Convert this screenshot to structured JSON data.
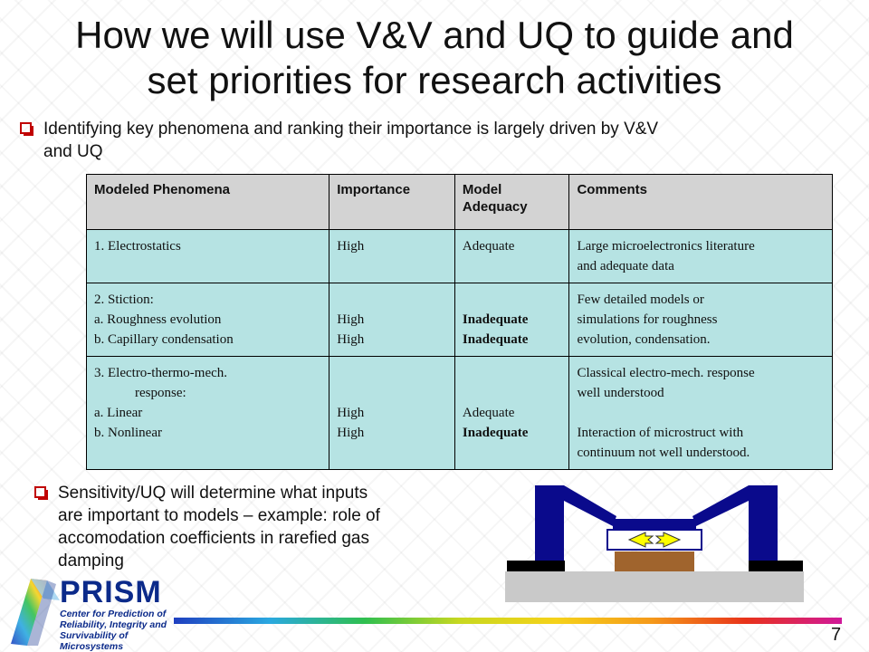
{
  "slide": {
    "title_line1": "How we will use V&V and UQ to guide and",
    "title_line2": "set priorities for research activities",
    "bullet1_line1": "Identifying key phenomena and ranking their importance is largely driven by V&V",
    "bullet1_line2": "and UQ",
    "bullet2_line1": "Sensitivity/UQ will determine what inputs",
    "bullet2_line2": "are important to models – example: role of",
    "bullet2_line3": "accomodation coefficients in rarefied gas",
    "bullet2_line4": "damping",
    "page_number": "7"
  },
  "table": {
    "headers": [
      "Modeled Phenomena",
      "Importance",
      "Model Adequacy",
      "Comments"
    ],
    "rows": [
      {
        "phenomena": [
          "1. Electrostatics"
        ],
        "importance": [
          "High"
        ],
        "adequacy": [
          "Adequate"
        ],
        "comments": [
          "Large microelectronics literature",
          "and adequate data"
        ]
      },
      {
        "phenomena": [
          "2. Stiction:",
          "a. Roughness evolution",
          "b. Capillary condensation"
        ],
        "importance": [
          "High",
          "High"
        ],
        "adequacy": [
          "Inadequate",
          "Inadequate"
        ],
        "comments": [
          "Few detailed models or",
          "simulations for roughness",
          "evolution, condensation."
        ]
      },
      {
        "phenomena": [
          "3. Electro-thermo-mech.",
          "response:",
          "a. Linear",
          "b. Nonlinear"
        ],
        "importance": [
          "High",
          "High"
        ],
        "adequacy": [
          "Adequate",
          "Inadequate"
        ],
        "comments": [
          "Classical electro-mech. response",
          "well understood",
          "Interaction of microstruct with",
          "continuum not well understood."
        ]
      }
    ]
  },
  "logo": {
    "name": "PRISM",
    "tag_line1": "Center for Prediction of",
    "tag_line2": "Reliability, Integrity and",
    "tag_line3": "Survivability of Microsystems"
  },
  "colors": {
    "bullet_red": "#c00000",
    "header_gray": "#d3d3d3",
    "cell_cyan": "#b6e3e3",
    "device_blue": "#0a0a8c",
    "device_brown": "#a0642d",
    "arrow_yellow": "#ffff00"
  }
}
